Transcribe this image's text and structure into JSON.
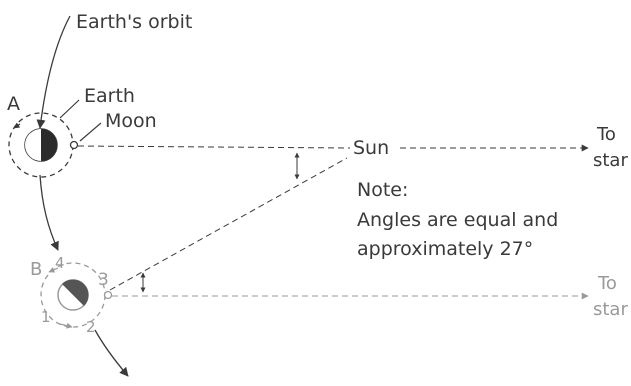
{
  "labels": {
    "earths_orbit": "Earth's orbit",
    "earth": "Earth",
    "moon": "Moon",
    "position_a": "A",
    "position_b": "B",
    "sun": "Sun",
    "to_star_top_line1": "To",
    "to_star_top_line2": "star",
    "to_star_bottom_line1": "To",
    "to_star_bottom_line2": "star",
    "note_title": "Note:",
    "note_line1": "Angles are equal and",
    "note_line2": "approximately 27°",
    "moon_pos_1": "1",
    "moon_pos_2": "2",
    "moon_pos_3": "3",
    "moon_pos_4": "4"
  },
  "colors": {
    "ink": "#3a3a3a",
    "ink_faded": "#9a9a9a",
    "background": "#ffffff"
  }
}
